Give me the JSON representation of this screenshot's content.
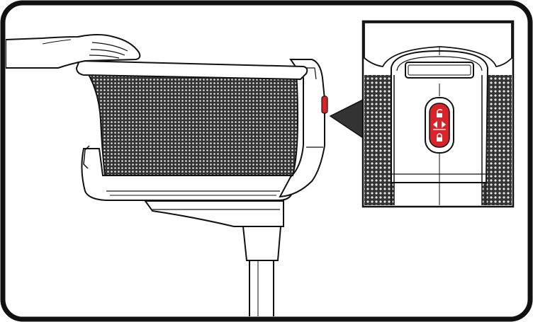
{
  "illustration": {
    "kind": "instruction-step",
    "subject": "bassinet-on-stand",
    "callout": "lock-release-button-detail",
    "colors": {
      "outline": "#1a1a1a",
      "mesh": "#3a3a3a",
      "mesh_dot": "#e6e6e6",
      "accent_red": "#d8232a",
      "frame": "#ffffff",
      "panel_grey": "#f3f3f3"
    },
    "icons": [
      "hand-icon",
      "lock-closed-icon",
      "lock-open-icon",
      "arrow-left-icon",
      "arrow-right-icon"
    ]
  }
}
